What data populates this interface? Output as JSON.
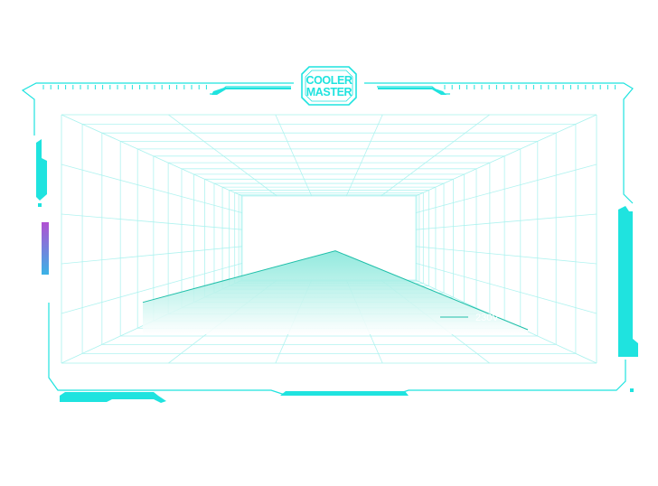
{
  "brand": {
    "line1": "COOLER",
    "line2": "MASTER"
  },
  "colors": {
    "accent": "#1fe3df",
    "grid": "#a9f2ee",
    "area_top": "#7fe6d8",
    "area_bottom": "#ffffff",
    "line": "#1fbfa9",
    "side_bar_top": "#b14fd2",
    "side_bar_bottom": "#3ab3e6",
    "background": "#ffffff"
  },
  "chart_data": {
    "type": "area",
    "title": "",
    "xlabel": "",
    "ylabel": "",
    "series": [
      {
        "name": "230V",
        "x": [
          0,
          0.5,
          1
        ],
        "values": [
          0.21,
          0.55,
          0.03
        ]
      }
    ],
    "ylim": [
      0,
      1
    ],
    "grid": true,
    "legend": "bottom-right"
  }
}
